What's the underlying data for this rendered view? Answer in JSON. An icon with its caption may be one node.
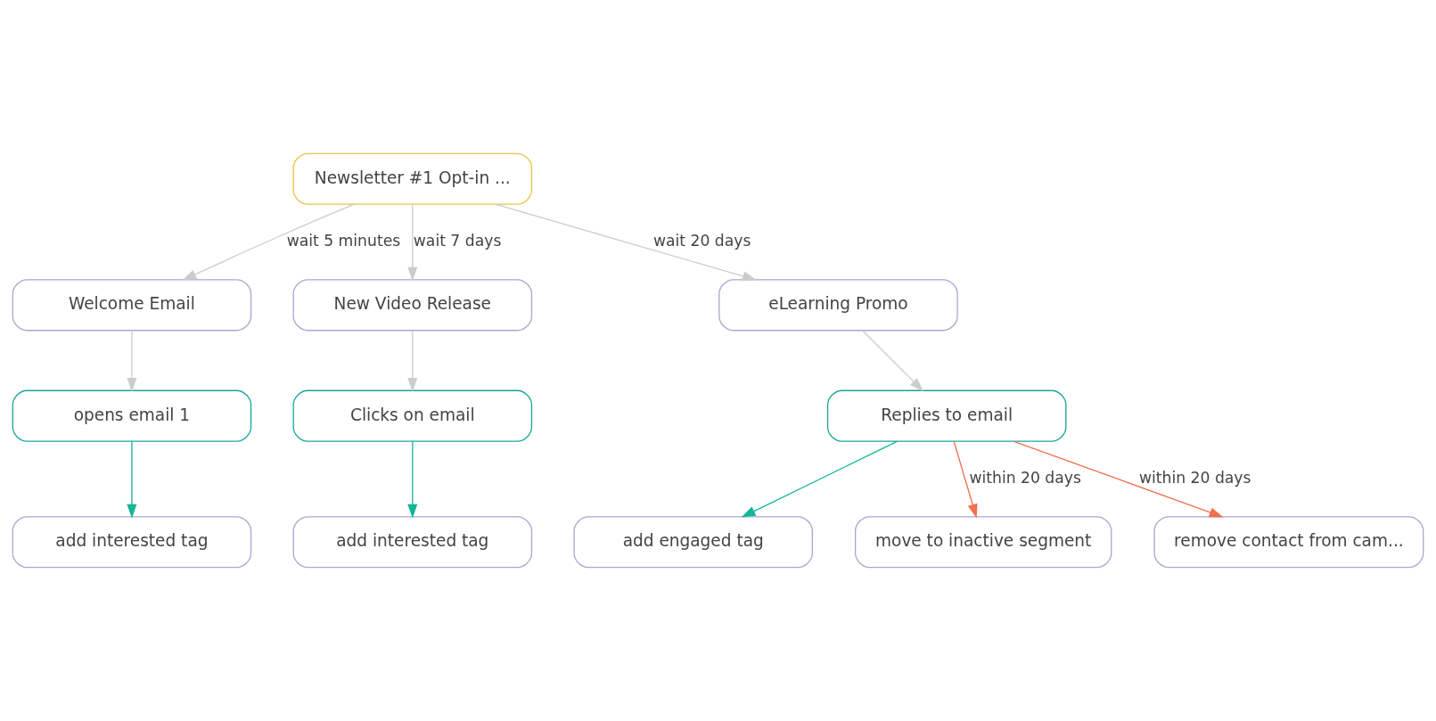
{
  "diagram": {
    "nodes": [
      {
        "text": [
          "Newsletter #1 Opt-in ..."
        ]
      },
      {
        "text": [
          "Welcome Email"
        ]
      },
      {
        "text": [
          "New Video Release"
        ]
      },
      {
        "text": [
          "eLearning Promo"
        ]
      },
      {
        "text": [
          "opens email 1"
        ]
      },
      {
        "text": [
          "Clicks on email"
        ]
      },
      {
        "text": [
          "Replies to email"
        ]
      },
      {
        "text": [
          "add interested tag"
        ]
      },
      {
        "text": [
          "add interested tag"
        ]
      },
      {
        "text": [
          "add engaged tag"
        ]
      },
      {
        "text": [
          "move to inactive segment"
        ]
      },
      {
        "text": [
          "remove contact from cam..."
        ]
      }
    ],
    "edges": [
      {
        "from": 0,
        "to": 1,
        "arrow": "to",
        "label": "wait 5 minutes"
      },
      {
        "from": 0,
        "to": 2,
        "arrow": "to",
        "label": "wait 7 days"
      },
      {
        "from": 0,
        "to": 3,
        "arrow": "to",
        "label": "wait 20 days"
      },
      {
        "from": 1,
        "to": 4,
        "arrow": "to"
      },
      {
        "from": 2,
        "to": 5,
        "arrow": "to"
      },
      {
        "from": 3,
        "to": 6,
        "arrow": "to"
      },
      {
        "from": 4,
        "to": 7,
        "arrow": "to",
        "color": "#13b497"
      },
      {
        "from": 5,
        "to": 8,
        "arrow": "to",
        "color": "#13b497"
      },
      {
        "from": 6,
        "to": 9,
        "arrow": "to",
        "color": "#13b497"
      },
      {
        "from": 6,
        "to": 10,
        "arrow": "to",
        "label": "within 20 days",
        "color": "#f0704f"
      },
      {
        "from": 6,
        "to": 11,
        "arrow": "to",
        "label": "within 20 days",
        "color": "#f0704f"
      }
    ]
  }
}
